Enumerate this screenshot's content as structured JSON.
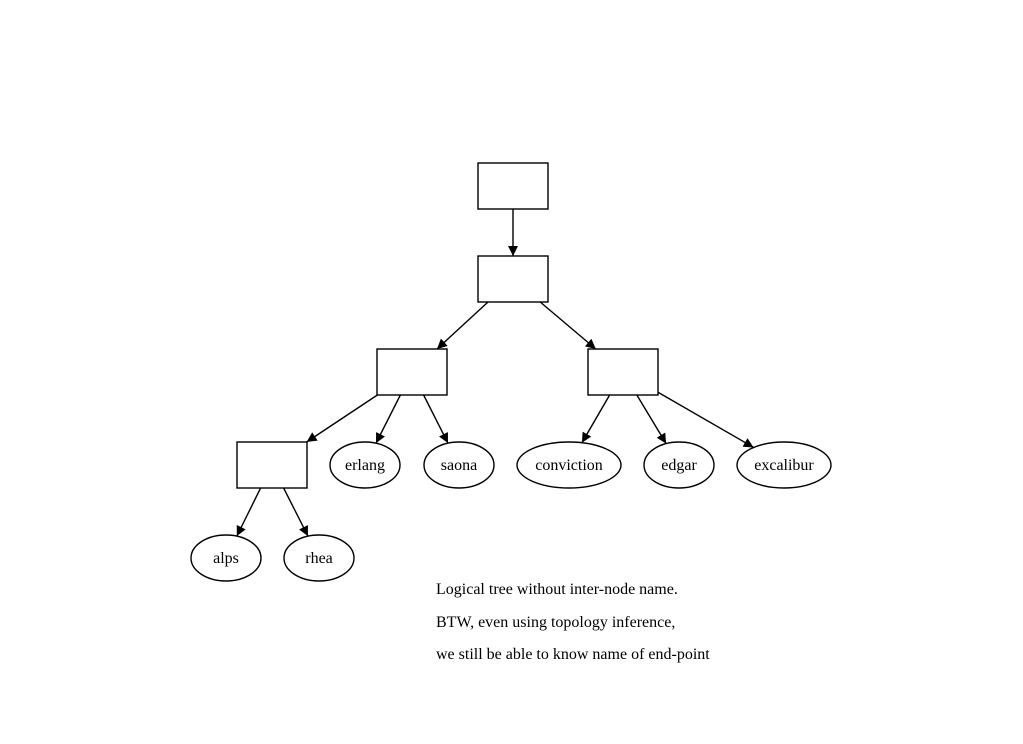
{
  "diagram": {
    "type": "tree",
    "nodes": [
      {
        "id": "n1",
        "label": "",
        "shape": "box"
      },
      {
        "id": "n2",
        "label": "",
        "shape": "box"
      },
      {
        "id": "n3",
        "label": "",
        "shape": "box"
      },
      {
        "id": "n4",
        "label": "",
        "shape": "box"
      },
      {
        "id": "n5",
        "label": "",
        "shape": "box"
      },
      {
        "id": "erlang",
        "label": "erlang",
        "shape": "ellipse"
      },
      {
        "id": "saona",
        "label": "saona",
        "shape": "ellipse"
      },
      {
        "id": "conviction",
        "label": "conviction",
        "shape": "ellipse"
      },
      {
        "id": "edgar",
        "label": "edgar",
        "shape": "ellipse"
      },
      {
        "id": "excalibur",
        "label": "excalibur",
        "shape": "ellipse"
      },
      {
        "id": "alps",
        "label": "alps",
        "shape": "ellipse"
      },
      {
        "id": "rhea",
        "label": "rhea",
        "shape": "ellipse"
      }
    ],
    "edges": [
      {
        "from": "n1",
        "to": "n2"
      },
      {
        "from": "n2",
        "to": "n3"
      },
      {
        "from": "n2",
        "to": "n4"
      },
      {
        "from": "n3",
        "to": "n5"
      },
      {
        "from": "n3",
        "to": "erlang"
      },
      {
        "from": "n3",
        "to": "saona"
      },
      {
        "from": "n4",
        "to": "conviction"
      },
      {
        "from": "n4",
        "to": "edgar"
      },
      {
        "from": "n4",
        "to": "excalibur"
      },
      {
        "from": "n5",
        "to": "alps"
      },
      {
        "from": "n5",
        "to": "rhea"
      }
    ]
  },
  "caption": {
    "lines": [
      "Logical tree without inter-node name.",
      "BTW, even using topology inference,",
      "we still be able to know name of end-point"
    ]
  }
}
